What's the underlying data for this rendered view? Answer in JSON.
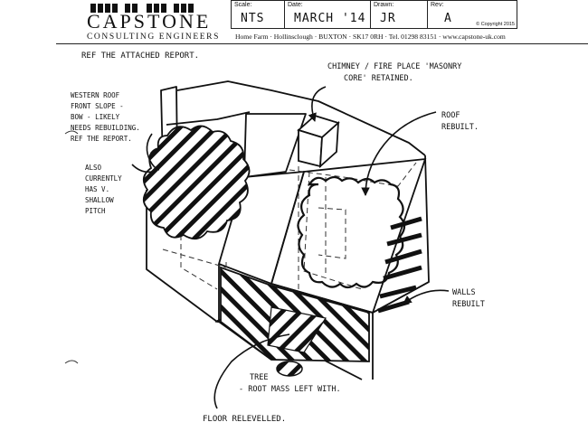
{
  "header": {
    "company": "CAPSTONE",
    "tagline": "CONSULTING ENGINEERS",
    "address": "Home Farm · Hollinsclough · BUXTON · SK17 0RH · Tel. 01298 83151 · www.capstone-uk.com",
    "copyright": "© Copyright 2015",
    "fields": [
      {
        "label": "Scale:",
        "value": "NTS"
      },
      {
        "label": "Date:",
        "value": "MARCH '14"
      },
      {
        "label": "Drawn:",
        "value": "JR"
      },
      {
        "label": "Rev:",
        "value": "A"
      }
    ]
  },
  "notes": {
    "reference": "REF THE ATTACHED REPORT.",
    "chimney": [
      "CHIMNEY / FIRE PLACE 'MASONRY",
      "CORE' RETAINED."
    ],
    "roof": [
      "ROOF",
      "REBUILT."
    ],
    "western": [
      "WESTERN ROOF",
      "FRONT SLOPE -",
      "BOW - LIKELY",
      "NEEDS REBUILDING.",
      "REF THE REPORT."
    ],
    "also": [
      "ALSO",
      "CURRENTLY",
      "HAS V.",
      "SHALLOW",
      "PITCH"
    ],
    "walls": [
      "WALLS",
      "REBUILT"
    ],
    "tree": [
      "TREE",
      "- ROOT MASS LEFT WITH."
    ],
    "floor": "FLOOR RELEVELLED."
  }
}
